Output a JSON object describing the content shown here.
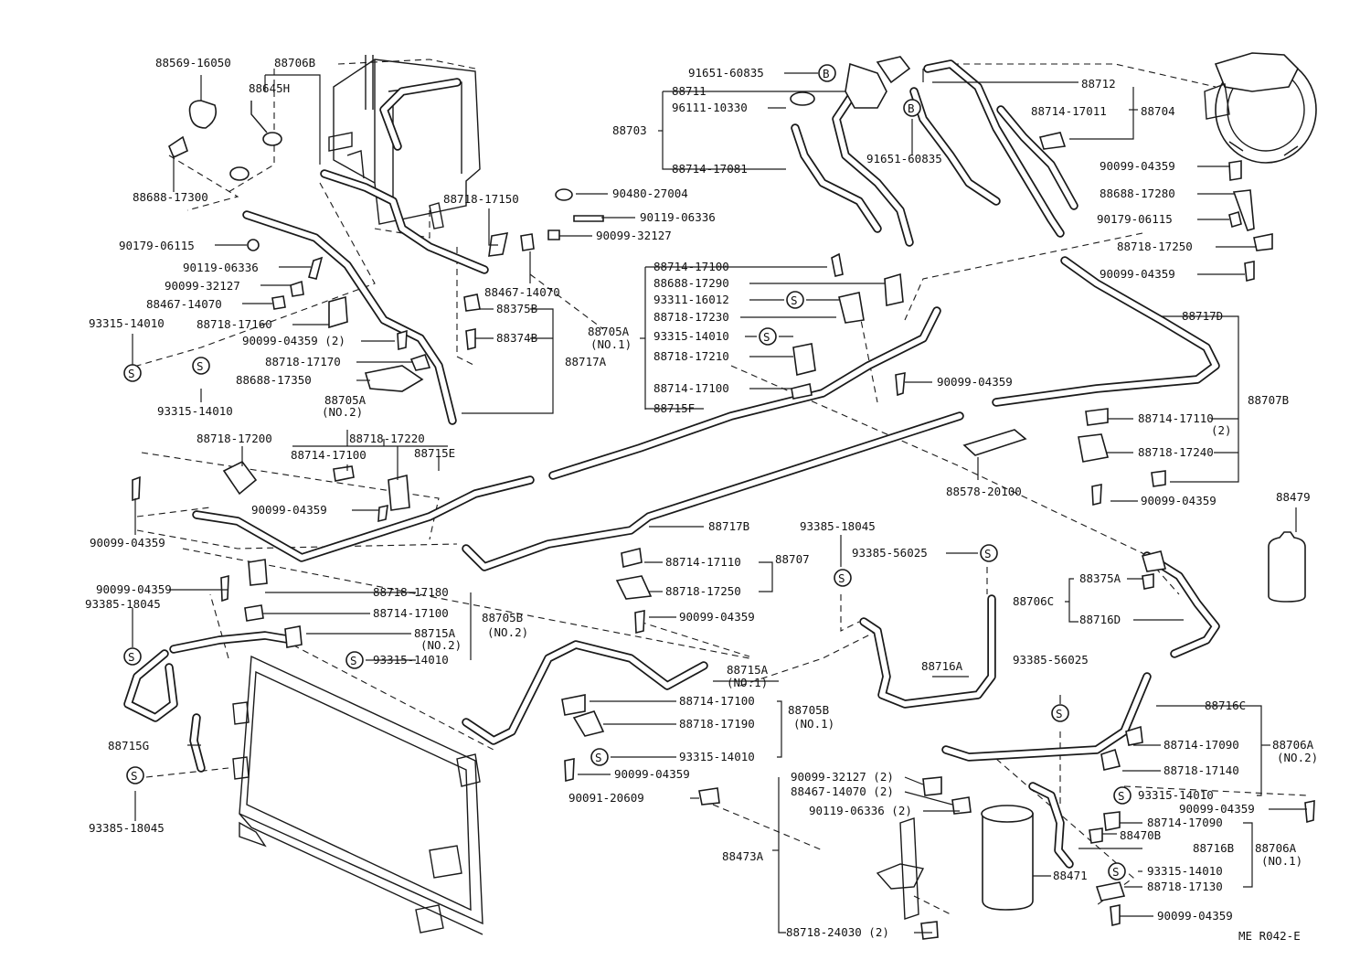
{
  "diagram": {
    "labels": [
      "88569-16050",
      "88706B",
      "88645H",
      "88688-17300",
      "90179-06115",
      "90119-06336",
      "90099-32127",
      "88467-14070",
      "93315-14010",
      "88718-17160",
      "90099-04359 (2)",
      "88718-17170",
      "88688-17350",
      "93315-14010",
      "88705A",
      "(NO.2)",
      "88718-17200",
      "88718-17220",
      "88714-17100",
      "88715E",
      "90099-04359",
      "90099-04359",
      "88718-17150",
      "90480-27004",
      "90119-06336",
      "90099-32127",
      "88467-14070",
      "88375B",
      "88374B",
      "88717A",
      "91651-60835",
      "88711",
      "96111-10330",
      "88703",
      "88714-17081",
      "91651-60835",
      "88712",
      "88714-17011",
      "88704",
      "90099-04359",
      "88688-17280",
      "90179-06115",
      "88718-17250",
      "90099-04359",
      "88714-17100",
      "88688-17290",
      "93311-16012",
      "88718-17230",
      "88705A",
      "(NO.1)",
      "93315-14010",
      "88718-17210",
      "88714-17100",
      "88715F",
      "90099-04359",
      "88717D",
      "88707B",
      "88714-17110",
      "(2)",
      "88718-17240",
      "90099-04359",
      "88479",
      "88578-20100",
      "88717B",
      "88714-17110",
      "88707",
      "88718-17250",
      "90099-04359",
      "93385-18045",
      "93385-56025",
      "90099-04359",
      "93385-18045",
      "88718-17180",
      "88714-17100",
      "88705B",
      "(NO.2)",
      "88715A",
      "(NO.2)",
      "93315-14010",
      "88715G",
      "93385-18045",
      "93385-18045",
      "88715A",
      "(NO.1)",
      "88714-17100",
      "88705B",
      "88718-17190",
      "(NO.1)",
      "93315-14010",
      "90099-04359",
      "90091-20609",
      "88706C",
      "88375A",
      "88716D",
      "88716A",
      "93385-56025",
      "88716C",
      "88714-17090",
      "88706A",
      "(NO.2)",
      "88718-17140",
      "93315-14010",
      "90099-04359",
      "90099-32127 (2)",
      "88467-14070 (2)",
      "90119-06336 (2)",
      "88473A",
      "88714-17090",
      "88470B",
      "88716B",
      "88706A",
      "(NO.1)",
      "93315-14010",
      "88471",
      "88718-17130",
      "90099-04359",
      "88718-24030 (2)",
      "ME  R042-E"
    ],
    "circle_markers": [
      "S",
      "B"
    ]
  }
}
